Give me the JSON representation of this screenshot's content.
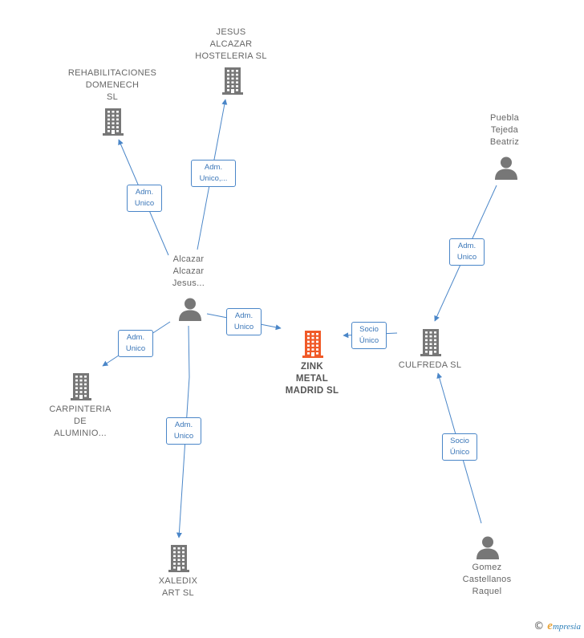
{
  "colors": {
    "node": "#777777",
    "main_node": "#f05a28",
    "edge": "#4a86c8"
  },
  "nodes": [
    {
      "id": "jesus",
      "kind": "company",
      "label": "JESUS\nALCAZAR\nHOSTELERIA SL",
      "main": false
    },
    {
      "id": "rehab",
      "kind": "company",
      "label": "REHABILITACIONES\nDOMENECH\nSL",
      "main": false
    },
    {
      "id": "puebla",
      "kind": "person",
      "label": "Puebla\nTejeda\nBeatriz",
      "main": false
    },
    {
      "id": "alcazar",
      "kind": "person",
      "label": "Alcazar\nAlcazar\nJesus...",
      "main": false
    },
    {
      "id": "zink",
      "kind": "company",
      "label": "ZINK\nMETAL\nMADRID  SL",
      "main": true
    },
    {
      "id": "culfreda",
      "kind": "company",
      "label": "CULFREDA  SL",
      "main": false
    },
    {
      "id": "carpinteria",
      "kind": "company",
      "label": "CARPINTERIA\nDE\nALUMINIO...",
      "main": false
    },
    {
      "id": "xaledix",
      "kind": "company",
      "label": "XALEDIX\nART  SL",
      "main": false
    },
    {
      "id": "gomez",
      "kind": "person",
      "label": "Gomez\nCastellanos\nRaquel",
      "main": false
    }
  ],
  "edges": [
    {
      "from": "alcazar",
      "to": "jesus",
      "label": "Adm.\nUnico,..."
    },
    {
      "from": "alcazar",
      "to": "rehab",
      "label": "Adm.\nUnico"
    },
    {
      "from": "alcazar",
      "to": "zink",
      "label": "Adm.\nUnico"
    },
    {
      "from": "alcazar",
      "to": "carpinteria",
      "label": "Adm.\nUnico"
    },
    {
      "from": "alcazar",
      "to": "xaledix",
      "label": "Adm.\nUnico"
    },
    {
      "from": "puebla",
      "to": "culfreda",
      "label": "Adm.\nUnico"
    },
    {
      "from": "culfreda",
      "to": "zink",
      "label": "Socio\nÚnico"
    },
    {
      "from": "gomez",
      "to": "culfreda",
      "label": "Socio\nÚnico"
    }
  ],
  "footer": {
    "copyright": "©",
    "brand_initial": "e",
    "brand_rest": "mpresia"
  }
}
